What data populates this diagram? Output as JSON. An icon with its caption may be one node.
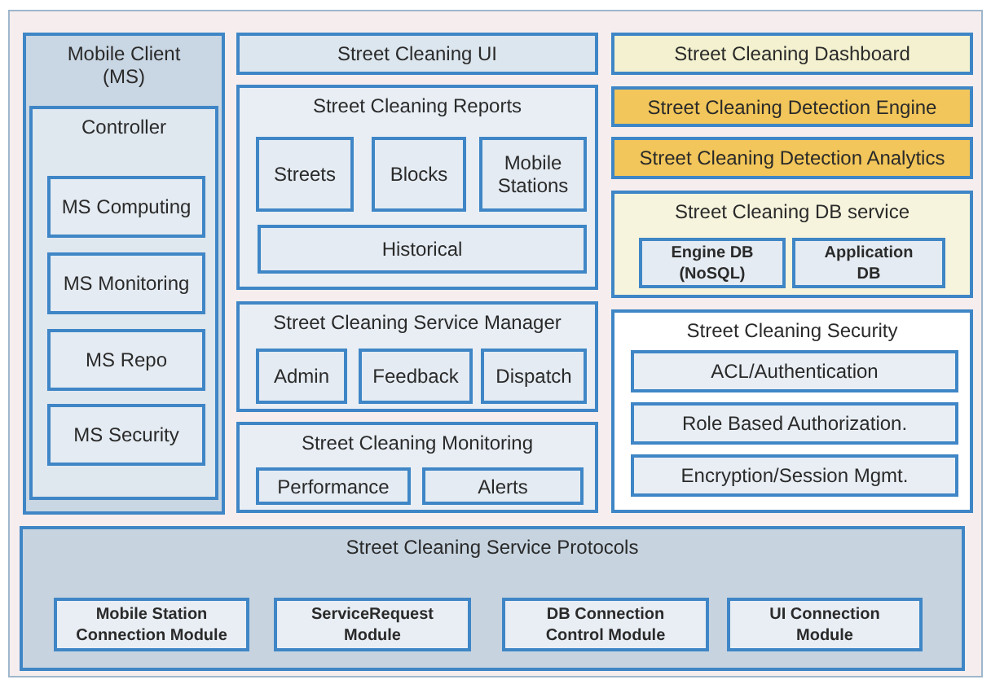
{
  "diagram": {
    "nodes": [
      {
        "text": [
          "Mobile Client (MS)"
        ]
      },
      {
        "text": [
          "Controller"
        ],
        "in": 0
      },
      {
        "text": [
          "MS Computing"
        ],
        "in": 1
      },
      {
        "text": [
          "MS Monitoring"
        ],
        "in": 1
      },
      {
        "text": [
          "MS Repo"
        ],
        "in": 1
      },
      {
        "text": [
          "MS Security"
        ],
        "in": 1
      },
      {
        "text": [
          "Street Cleaning UI"
        ]
      },
      {
        "text": [
          "Street Cleaning Reports"
        ]
      },
      {
        "text": [
          "Streets"
        ],
        "in": 7
      },
      {
        "text": [
          "Blocks"
        ],
        "in": 7
      },
      {
        "text": [
          "Mobile Stations"
        ],
        "in": 7
      },
      {
        "text": [
          "Historical"
        ],
        "in": 7
      },
      {
        "text": [
          "Street Cleaning Service Manager"
        ]
      },
      {
        "text": [
          "Admin"
        ],
        "in": 12
      },
      {
        "text": [
          "Feedback"
        ],
        "in": 12
      },
      {
        "text": [
          "Dispatch"
        ],
        "in": 12
      },
      {
        "text": [
          "Street Cleaning Monitoring"
        ]
      },
      {
        "text": [
          "Performance"
        ],
        "in": 16
      },
      {
        "text": [
          "Alerts"
        ],
        "in": 16
      },
      {
        "text": [
          "Street Cleaning Dashboard"
        ]
      },
      {
        "text": [
          "Street Cleaning Detection Engine"
        ]
      },
      {
        "text": [
          "Street Cleaning Detection Analytics"
        ]
      },
      {
        "text": [
          "Street Cleaning DB service"
        ]
      },
      {
        "text": [
          "Engine DB (NoSQL)"
        ],
        "in": 22
      },
      {
        "text": [
          "Application DB"
        ],
        "in": 22
      },
      {
        "text": [
          "Street Cleaning Security"
        ]
      },
      {
        "text": [
          "ACL/Authentication"
        ],
        "in": 25
      },
      {
        "text": [
          "Role Based Authorization."
        ],
        "in": 25
      },
      {
        "text": [
          "Encryption/Session Mgmt."
        ],
        "in": 25
      },
      {
        "text": [
          "Street Cleaning Service Protocols"
        ]
      },
      {
        "text": [
          "Mobile Station Connection Module"
        ],
        "in": 29
      },
      {
        "text": [
          "ServiceRequest Module"
        ],
        "in": 29
      },
      {
        "text": [
          "DB Connection Control Module"
        ],
        "in": 29
      },
      {
        "text": [
          "UI Connection Module"
        ],
        "in": 29
      }
    ]
  }
}
